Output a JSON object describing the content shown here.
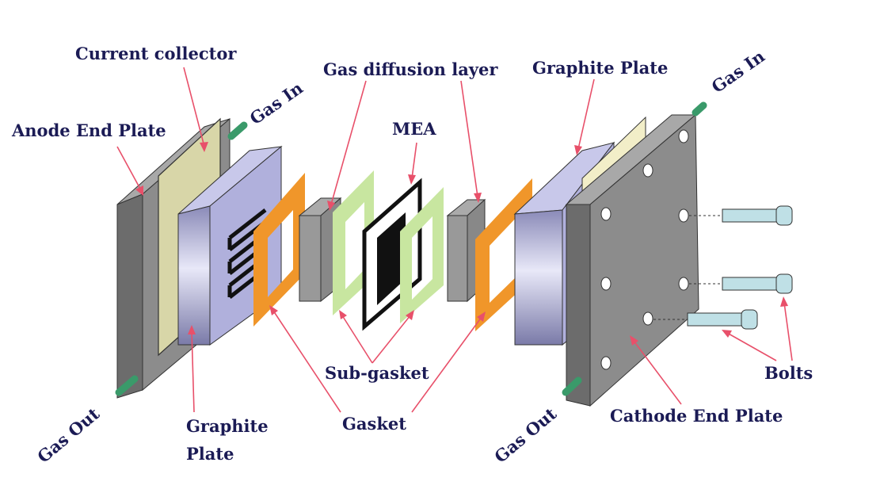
{
  "labels": {
    "current_collector": "Current collector",
    "gas_in_left": "Gas In",
    "anode_end_plate": "Anode End Plate",
    "gas_diffusion_layer": "Gas diffusion layer",
    "graphite_plate_right": "Graphite Plate",
    "gas_in_right": "Gas In",
    "mea": "MEA",
    "sub_gasket": "Sub-gasket",
    "bolts": "Bolts",
    "gas_out_left": "Gas Out",
    "graphite_plate_left_line1": "Graphite",
    "graphite_plate_left_line2": "Plate",
    "gasket": "Gasket",
    "gas_out_right": "Gas Out",
    "cathode_end_plate": "Cathode End Plate"
  },
  "colors": {
    "label_text": "#1b1b55",
    "arrow": "#e8506a",
    "end_plate": "#8c8c8c",
    "graphite_plate": "#b0b0dc",
    "gasket": "#f0962a",
    "sub_gasket": "#c8e6a0",
    "current_collector": "#d8d6a8"
  }
}
